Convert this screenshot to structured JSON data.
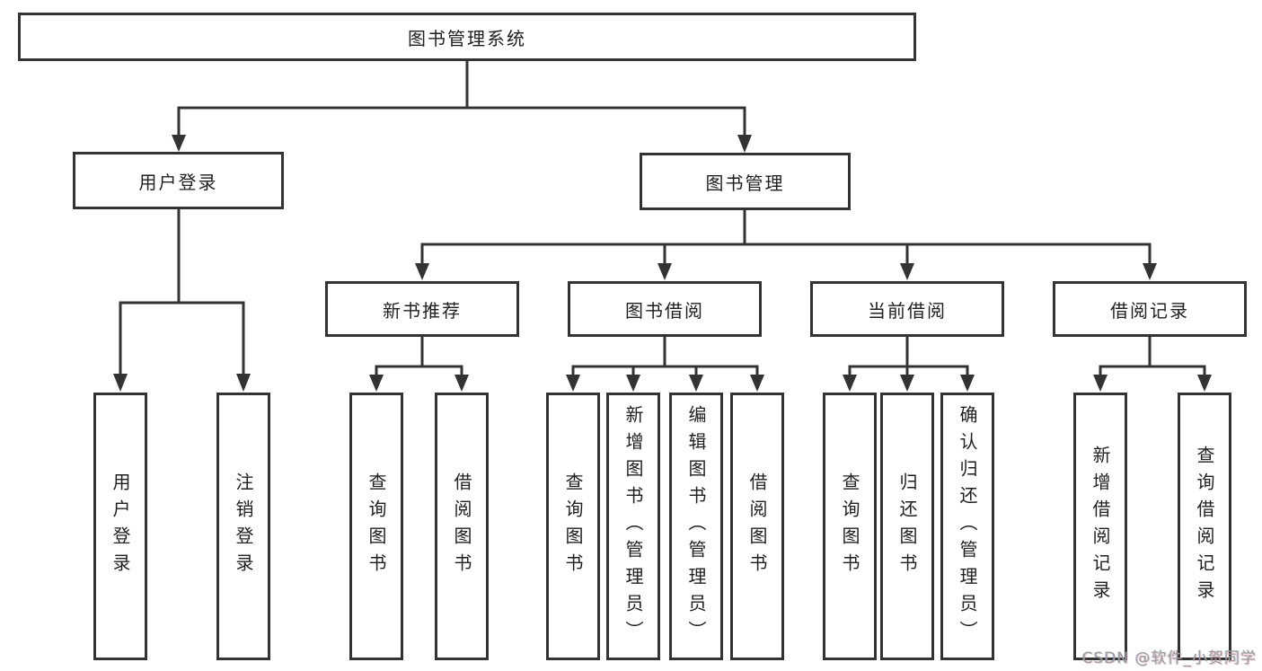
{
  "diagram": {
    "root": {
      "label": "图书管理系统"
    },
    "level2": [
      {
        "label": "用户登录"
      },
      {
        "label": "图书管理"
      }
    ],
    "level3": [
      {
        "label": "新书推荐"
      },
      {
        "label": "图书借阅"
      },
      {
        "label": "当前借阅"
      },
      {
        "label": "借阅记录"
      }
    ],
    "leaves": {
      "user_login": [
        "用户登录",
        "注销登录"
      ],
      "new_book_recommend": [
        "查询图书",
        "借阅图书"
      ],
      "book_borrow": [
        "查询图书",
        "新增图书（管理员）",
        "编辑图书（管理员）",
        "借阅图书"
      ],
      "current_borrow": [
        "查询图书",
        "归还图书",
        "确认归还（管理员）"
      ],
      "borrow_records": [
        "新增借阅记录",
        "查询借阅记录"
      ]
    }
  },
  "watermark": {
    "text": "CSDN @软件_小贺同学"
  },
  "colors": {
    "line": "#333333",
    "box_border": "#333333",
    "text": "#1f1f1f",
    "background": "#ffffff",
    "watermark": "#9c9c9c"
  }
}
